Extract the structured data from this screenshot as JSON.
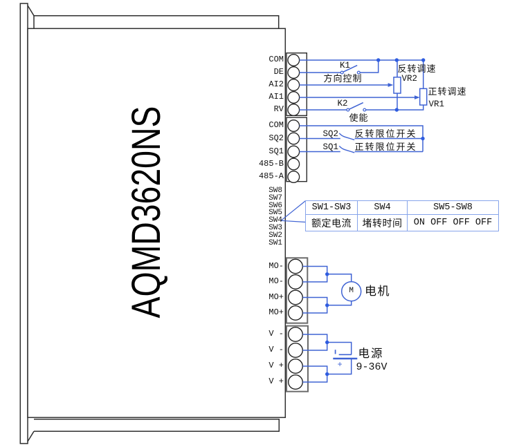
{
  "device": {
    "model": "AQMD3620NS"
  },
  "terminal_blocks": {
    "control": {
      "labels": [
        "COM",
        "DE",
        "AI2",
        "AI1",
        "RV"
      ]
    },
    "signal": {
      "labels": [
        "COM",
        "SQ2",
        "SQ1",
        "485-B",
        "485-A"
      ]
    },
    "motor_out": {
      "labels": [
        "MO-",
        "MO-",
        "MO+",
        "MO+"
      ]
    },
    "power_in": {
      "labels": [
        "V -",
        "V -",
        "V +",
        "V +"
      ]
    }
  },
  "dip_switches": {
    "labels": [
      "SW8",
      "SW7",
      "SW6",
      "SW5",
      "SW4",
      "SW3",
      "SW2",
      "SW1"
    ]
  },
  "wiring": {
    "k1": {
      "id": "K1",
      "caption": "方向控制"
    },
    "k2": {
      "id": "K2",
      "caption": "使能"
    },
    "vr2": {
      "id": "VR2",
      "caption": "反转调速"
    },
    "vr1": {
      "id": "VR1",
      "caption": "正转调速"
    },
    "sq2": {
      "id": "SQ2",
      "caption": "反转限位开关"
    },
    "sq1": {
      "id": "SQ1",
      "caption": "正转限位开关"
    }
  },
  "dip_table": {
    "headers": [
      "SW1-SW3",
      "SW4",
      "SW5-SW8"
    ],
    "values": [
      "额定电流",
      "堵转时间",
      "ON OFF OFF OFF"
    ]
  },
  "motor": {
    "symbol": "M",
    "label": "电机"
  },
  "power_supply": {
    "label": "电源",
    "range": "9-36V",
    "plus": "+",
    "minus": "-"
  },
  "colors": {
    "wire": "#3f63d4",
    "junction": "#2e5ce0",
    "structure": "#2f2f2f",
    "table_border": "#86a4ea"
  }
}
